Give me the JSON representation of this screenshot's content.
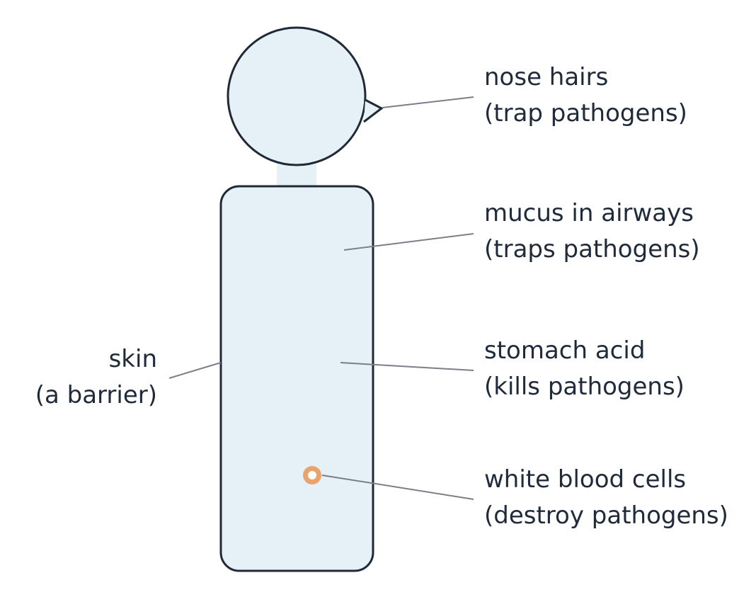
{
  "colors": {
    "body_fill": "#e6f0f7",
    "outline": "#1f2937",
    "leader_line": "#7a7f88",
    "text": "#1f2a3a",
    "white_blood_cell": "#e8a46c"
  },
  "labels": {
    "nose": {
      "line1": "nose hairs",
      "line2": "(trap pathogens)"
    },
    "mucus": {
      "line1": "mucus in airways",
      "line2": "(traps pathogens)"
    },
    "stomach": {
      "line1": "stomach acid",
      "line2": "(kills pathogens)"
    },
    "wbc": {
      "line1": "white blood cells",
      "line2": "(destroy pathogens)"
    },
    "skin": {
      "line1": "skin",
      "line2": "(a barrier)"
    }
  }
}
